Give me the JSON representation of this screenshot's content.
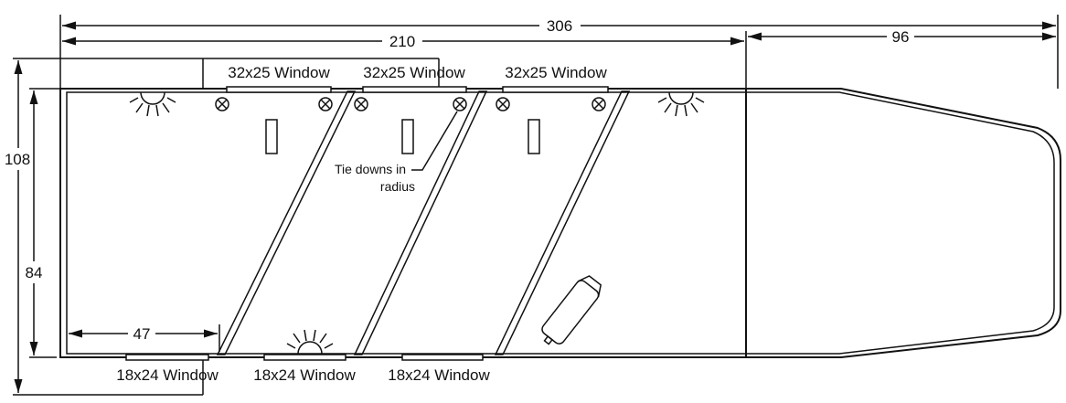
{
  "dimensions": {
    "overall_length": "306",
    "living_length": "210",
    "nose_length": "96",
    "outer_width": "108",
    "inner_width": "84",
    "first_stall": "47"
  },
  "top_windows": [
    "32x25 Window",
    "32x25 Window",
    "32x25 Window"
  ],
  "bottom_windows": [
    "18x24 Window",
    "18x24 Window",
    "18x24 Window"
  ],
  "annotation": {
    "line1": "Tie downs in",
    "line2": "radius"
  }
}
